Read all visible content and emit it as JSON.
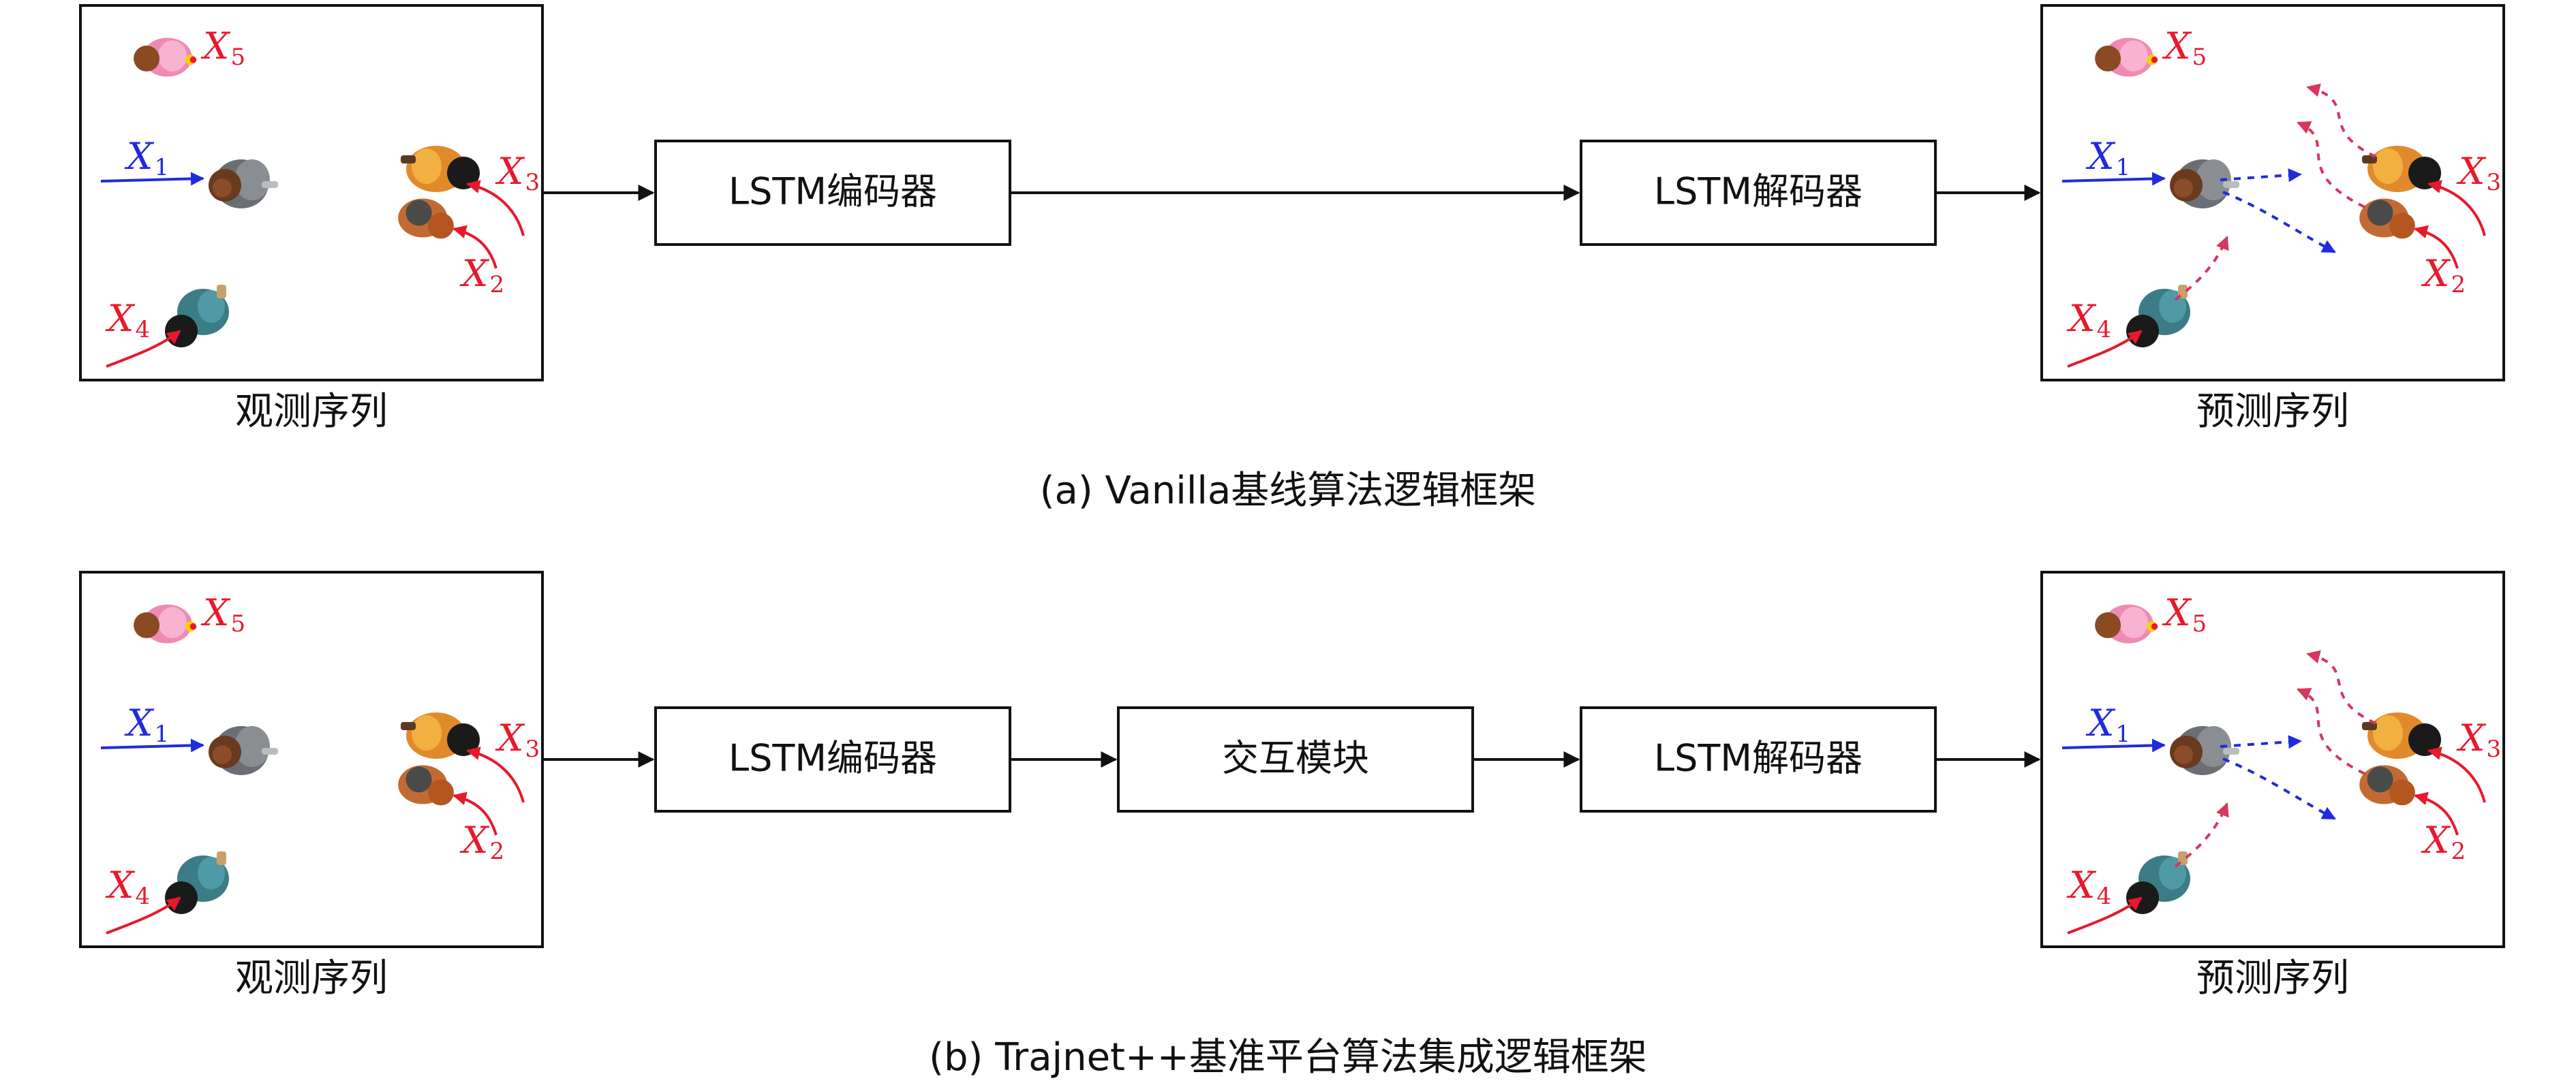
{
  "colors": {
    "blue": "#1f2bdc",
    "red": "#e8192c",
    "black": "#111111",
    "pink": "#f08ab4"
  },
  "rows": [
    {
      "id": "a",
      "observed_label": "观测序列",
      "predicted_label": "预测序列",
      "modules": [
        "LSTM编码器",
        "LSTM解码器"
      ],
      "caption": "(a) Vanilla基线算法逻辑框架"
    },
    {
      "id": "b",
      "observed_label": "观测序列",
      "predicted_label": "预测序列",
      "modules": [
        "LSTM编码器",
        "交互模块",
        "LSTM解码器"
      ],
      "caption": "(b) Trajnet++基准平台算法集成逻辑框架"
    }
  ],
  "agents": [
    {
      "base": "X",
      "sub": "1",
      "color": "blue",
      "icon": "pedestrian-gray-icon"
    },
    {
      "base": "X",
      "sub": "2",
      "color": "red",
      "icon": "pedestrian-orange-small-icon"
    },
    {
      "base": "X",
      "sub": "3",
      "color": "red",
      "icon": "pedestrian-orange-icon"
    },
    {
      "base": "X",
      "sub": "4",
      "color": "red",
      "icon": "pedestrian-teal-icon"
    },
    {
      "base": "X",
      "sub": "5",
      "color": "red",
      "icon": "pedestrian-pink-icon"
    }
  ]
}
